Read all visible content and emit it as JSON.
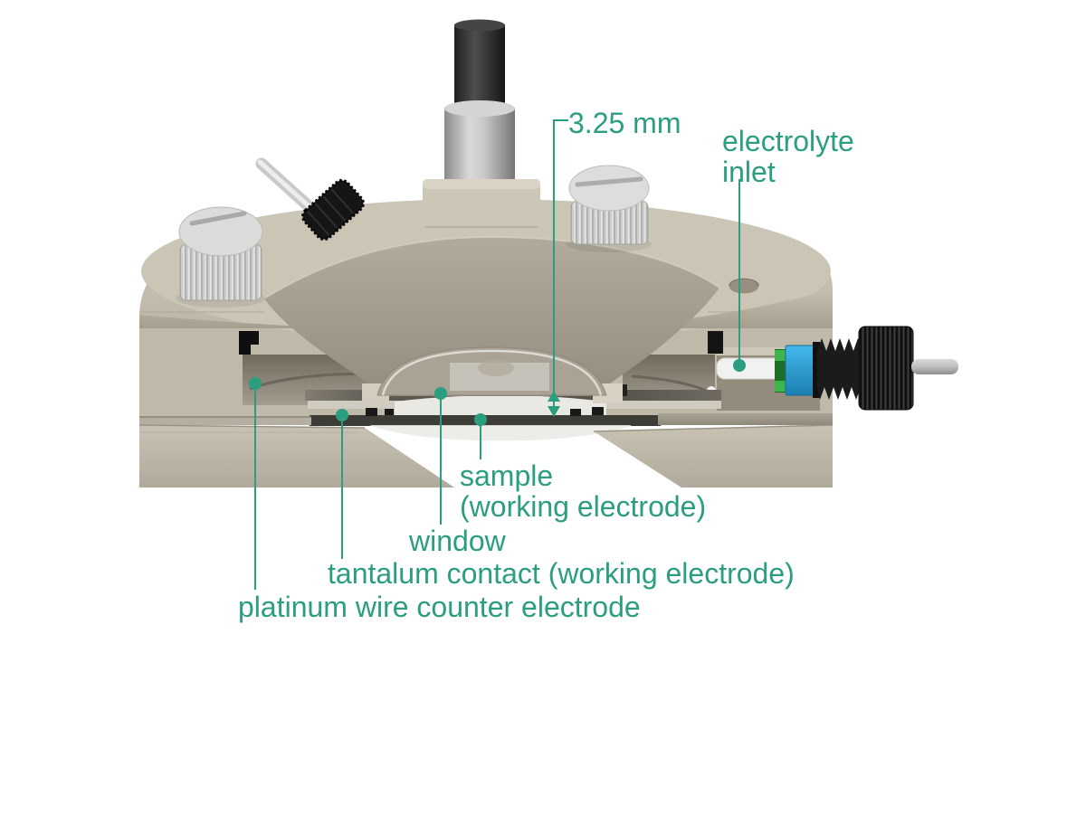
{
  "page": {
    "background": "#ffffff"
  },
  "diagram": {
    "accent_color": "#2b9e80",
    "labels": {
      "dimension": "3.25 mm",
      "electrolyte_inlet": {
        "line1": "electrolyte",
        "line2": "inlet"
      },
      "sample": {
        "line1": "sample",
        "line2": "(working electrode)"
      },
      "window": "window",
      "tantalum_contact": "tantalum contact (working electrode)",
      "platinum_wire": "platinum wire counter electrode"
    }
  }
}
